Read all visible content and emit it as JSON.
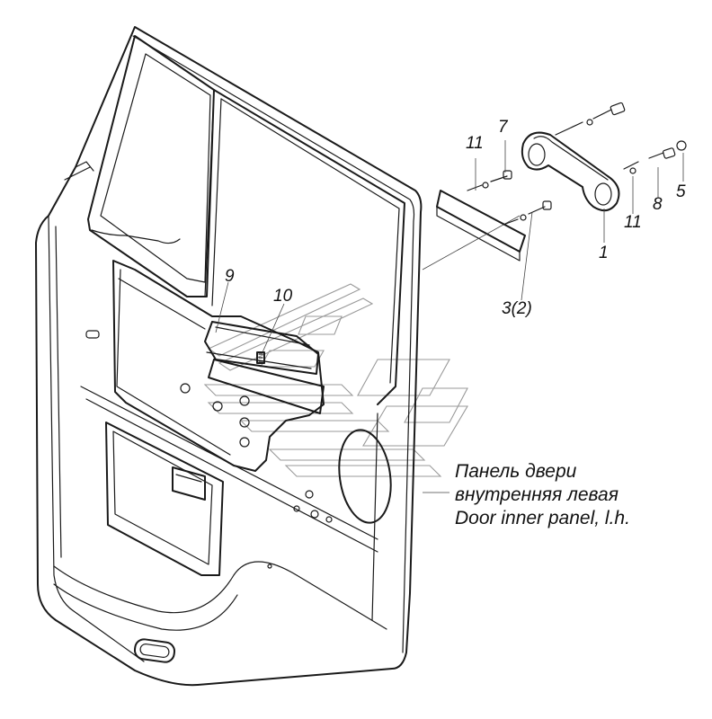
{
  "callouts": {
    "c1": "1",
    "c3": "3(2)",
    "c5": "5",
    "c7": "7",
    "c8": "8",
    "c9": "9",
    "c10": "10",
    "c11a": "11",
    "c11b": "11"
  },
  "caption": {
    "line1": "Панель двери",
    "line2": "внутренняя левая",
    "line3": "Door inner panel, l.h."
  }
}
